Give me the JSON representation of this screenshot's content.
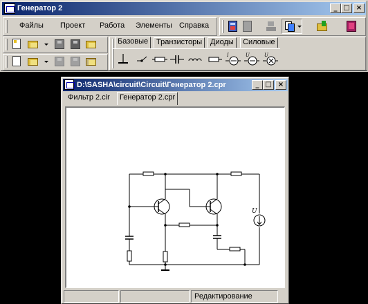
{
  "app": {
    "title": "Генератор 2",
    "caption_buttons": {
      "minimize": "_",
      "maximize": "□",
      "close": "×"
    }
  },
  "menu": {
    "items": [
      {
        "label": "Файлы"
      },
      {
        "label": "Проект"
      },
      {
        "label": "Работа"
      },
      {
        "label": "Элементы"
      },
      {
        "label": "Справка"
      }
    ]
  },
  "component_tabs": [
    {
      "label": "Базовые",
      "active": true
    },
    {
      "label": "Транзисторы",
      "active": false
    },
    {
      "label": "Диоды",
      "active": false
    },
    {
      "label": "Силовые",
      "active": false
    }
  ],
  "components": [
    {
      "icon": "ground-icon"
    },
    {
      "icon": "switch-icon"
    },
    {
      "icon": "resistor-icon"
    },
    {
      "icon": "capacitor-icon"
    },
    {
      "icon": "inductor-icon"
    },
    {
      "icon": "wire-resistor-icon"
    },
    {
      "icon": "current-source-icon",
      "label": "I"
    },
    {
      "icon": "voltage-source-icon",
      "label": "U"
    },
    {
      "icon": "controlled-source-icon",
      "label": "U"
    }
  ],
  "child_window": {
    "title": "D:\\SASHA\\circuit\\Circuit\\Генератор 2.cpr",
    "caption_buttons": {
      "minimize": "_",
      "maximize": "□",
      "close": "×"
    },
    "doc_tabs": [
      {
        "label": "Фильтр 2.cir",
        "active": false
      },
      {
        "label": "Генератор 2.cpr",
        "active": true
      }
    ],
    "source_label": "U",
    "status": {
      "cell1": "",
      "cell2": "",
      "mode": "Редактирование"
    }
  },
  "colors": {
    "titlebar_start": "#0a246a",
    "titlebar_end": "#a6caf0",
    "face": "#d4d0c8"
  }
}
